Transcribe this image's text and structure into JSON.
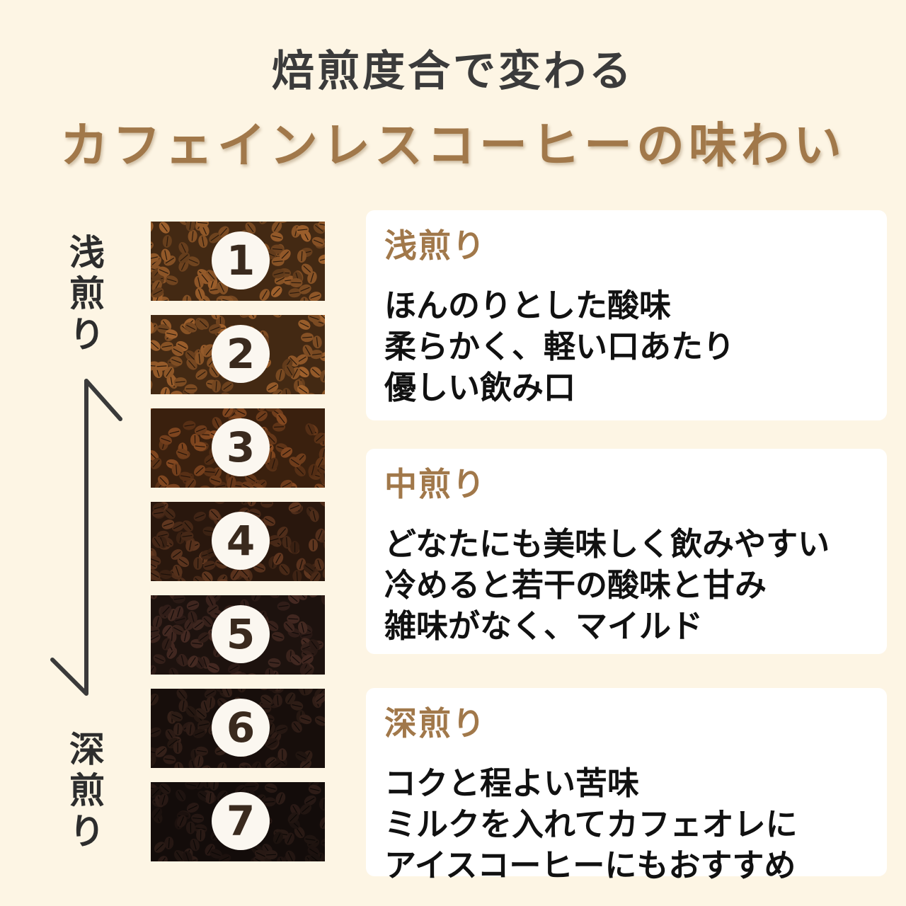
{
  "title": {
    "line1": "焙煎度合で変わる",
    "line2": "カフェインレスコーヒーの味わい"
  },
  "scale": {
    "top_label": [
      "浅",
      "煎",
      "り"
    ],
    "bottom_label": [
      "深",
      "煎",
      "り"
    ]
  },
  "roast_levels": [
    {
      "number": "1",
      "color": "#7a4a22"
    },
    {
      "number": "2",
      "color": "#7a4a22"
    },
    {
      "number": "3",
      "color": "#6a3a1a"
    },
    {
      "number": "4",
      "color": "#4a2a18"
    },
    {
      "number": "5",
      "color": "#35201a"
    },
    {
      "number": "6",
      "color": "#2a1a14"
    },
    {
      "number": "7",
      "color": "#231612"
    }
  ],
  "cards": [
    {
      "heading": "浅煎り",
      "lines": [
        "ほんのりとした酸味",
        "柔らかく、軽い口あたり",
        "優しい飲み口"
      ]
    },
    {
      "heading": "中煎り",
      "lines": [
        "どなたにも美味しく飲みやすい",
        "冷めると若干の酸味と甘み",
        "雑味がなく、マイルド"
      ]
    },
    {
      "heading": "深煎り",
      "lines": [
        "コクと程よい苦味",
        "ミルクを入れてカフェオレに",
        "アイスコーヒーにもおすすめ"
      ]
    }
  ],
  "colors": {
    "background": "#fdf5e4",
    "accent": "#a1784a",
    "title_dark": "#3b3b3b"
  }
}
